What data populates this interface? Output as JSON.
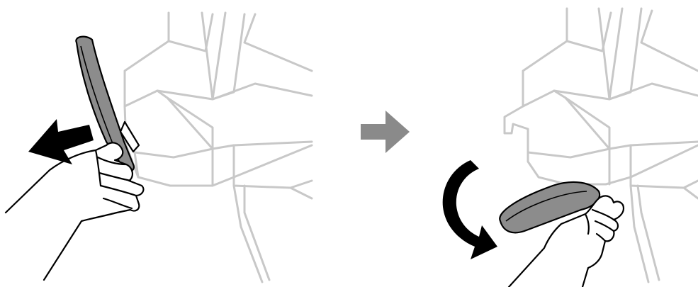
{
  "colors": {
    "outline_gray": "#c8c8c8",
    "handle_fill": "#8c8c8c",
    "ink": "#000000",
    "step_arrow": "#8a8a8a",
    "background": "#ffffff"
  },
  "panels": [
    {
      "id": "step-1",
      "action": "pull-lever-outward",
      "arrow_icon": "pull-left-arrow-icon"
    },
    {
      "id": "step-2",
      "action": "rotate-lever-down",
      "arrow_icon": "curved-rotate-arrow-icon"
    }
  ],
  "transition_icon": "next-step-arrow-icon"
}
